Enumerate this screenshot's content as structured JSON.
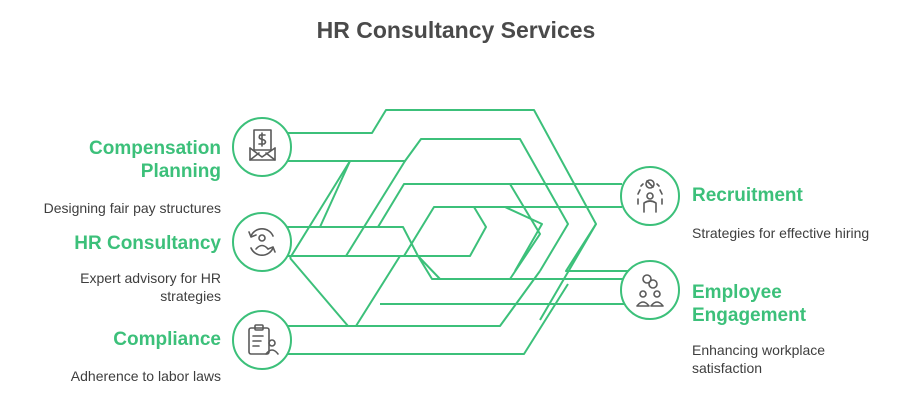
{
  "title": "HR Consultancy Services",
  "colors": {
    "accent": "#3cc07a",
    "icon": "#5a5a5a",
    "text": "#3e3e3e",
    "title": "#4a4a4a"
  },
  "left_items": [
    {
      "label_lines": [
        "Compensation",
        "Planning"
      ],
      "description_lines": [
        "Designing fair pay structures"
      ],
      "icon": "envelope-dollar-icon"
    },
    {
      "label_lines": [
        "HR Consultancy"
      ],
      "description_lines": [
        "Expert advisory for HR",
        "strategies"
      ],
      "icon": "consultancy-cycle-icon"
    },
    {
      "label_lines": [
        "Compliance"
      ],
      "description_lines": [
        "Adherence to labor laws"
      ],
      "icon": "clipboard-person-icon"
    }
  ],
  "right_items": [
    {
      "label_lines": [
        "Recruitment"
      ],
      "description_lines": [
        "Strategies for effective hiring"
      ],
      "icon": "recruit-person-icon"
    },
    {
      "label_lines": [
        "Employee",
        "Engagement"
      ],
      "description_lines": [
        "Enhancing workplace",
        "satisfaction"
      ],
      "icon": "engagement-team-icon"
    }
  ]
}
